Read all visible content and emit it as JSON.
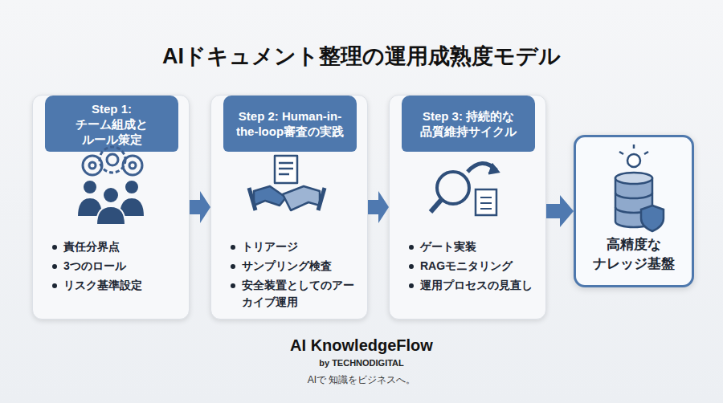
{
  "diagram": {
    "title": "AIドキュメント整理の運用成熟度モデル",
    "nodes": [
      {
        "text": [
          "責任分界点",
          "3つのロール",
          "リスク基準設定"
        ]
      },
      {
        "text": [
          "Step 1: チーム組成と ルール策定"
        ],
        "in": 0
      },
      {
        "text": [
          "トリアージ",
          "サンプリング検査",
          "安全装置としてのアーカイブ運用"
        ]
      },
      {
        "text": [
          "Step 2: Human-in-the-loop審査の実践"
        ],
        "in": 2
      },
      {
        "text": [
          "ゲート実装",
          "RAGモニタリング",
          "運用プロセスの見直し"
        ]
      },
      {
        "text": [
          "Step 3: 持続的な 品質維持サイクル"
        ],
        "in": 4
      },
      {
        "text": [
          "高精度な ナレッジ基盤"
        ]
      }
    ],
    "edges": [
      {
        "from": 0,
        "to": 2,
        "arrow": "to"
      },
      {
        "from": 2,
        "to": 4,
        "arrow": "to"
      },
      {
        "from": 4,
        "to": 6,
        "arrow": "to"
      }
    ],
    "labels": [
      "AI KnowledgeFlow",
      "by TECHNODIGITAL",
      "AIで 知識をビジネスへ。"
    ]
  }
}
